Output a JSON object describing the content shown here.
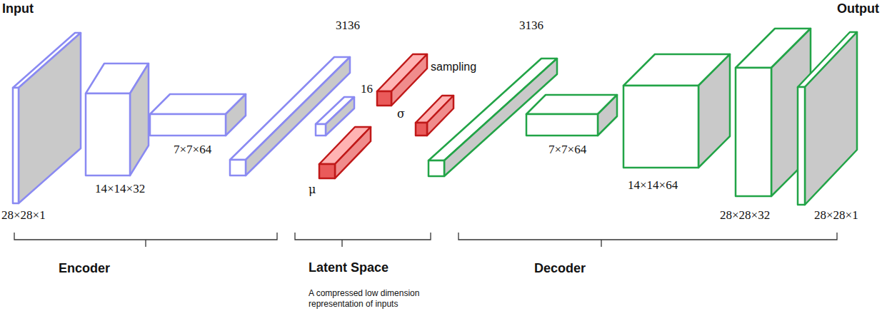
{
  "diagram": {
    "labels": [
      "Input",
      "Output",
      "28×28×1",
      "14×14×32",
      "7×7×64",
      "3136",
      "16",
      "σ",
      "sampling",
      "μ",
      "3136",
      "7×7×64",
      "14×14×64",
      "28×28×32",
      "28×28×1",
      "Encoder",
      "Latent Space",
      "A compressed low dimension representation of inputs",
      "Decoder"
    ]
  }
}
